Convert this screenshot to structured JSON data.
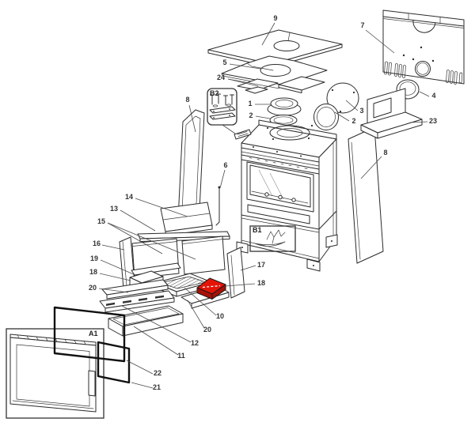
{
  "diagram": {
    "kind": "exploded parts diagram",
    "subject": "wood burning stove spare parts",
    "background_color": "#ffffff",
    "line_color": "#2b2b2b",
    "label_color": "#333333",
    "highlight": {
      "part": "18",
      "fill": "#e41408",
      "side_fill": "#a81006",
      "dash_color": "#ffffff"
    }
  },
  "labels": {
    "p1": "1",
    "p2": "2",
    "p2b": "2",
    "p3": "3",
    "p4": "4",
    "p5": "5",
    "p6": "6",
    "p7": "7",
    "p8": "8",
    "p8b": "8",
    "p9": "9",
    "p10": "10",
    "p11": "11",
    "p12": "12",
    "p13": "13",
    "p14": "14",
    "p15": "15",
    "p16": "16",
    "p17": "17",
    "p18": "18",
    "p18b": "18",
    "p19": "19",
    "p20": "20",
    "p20b": "20",
    "p21": "21",
    "p22": "22",
    "p23": "23",
    "p24": "24",
    "a1": "A1",
    "b1": "B1",
    "b2": "B2"
  }
}
